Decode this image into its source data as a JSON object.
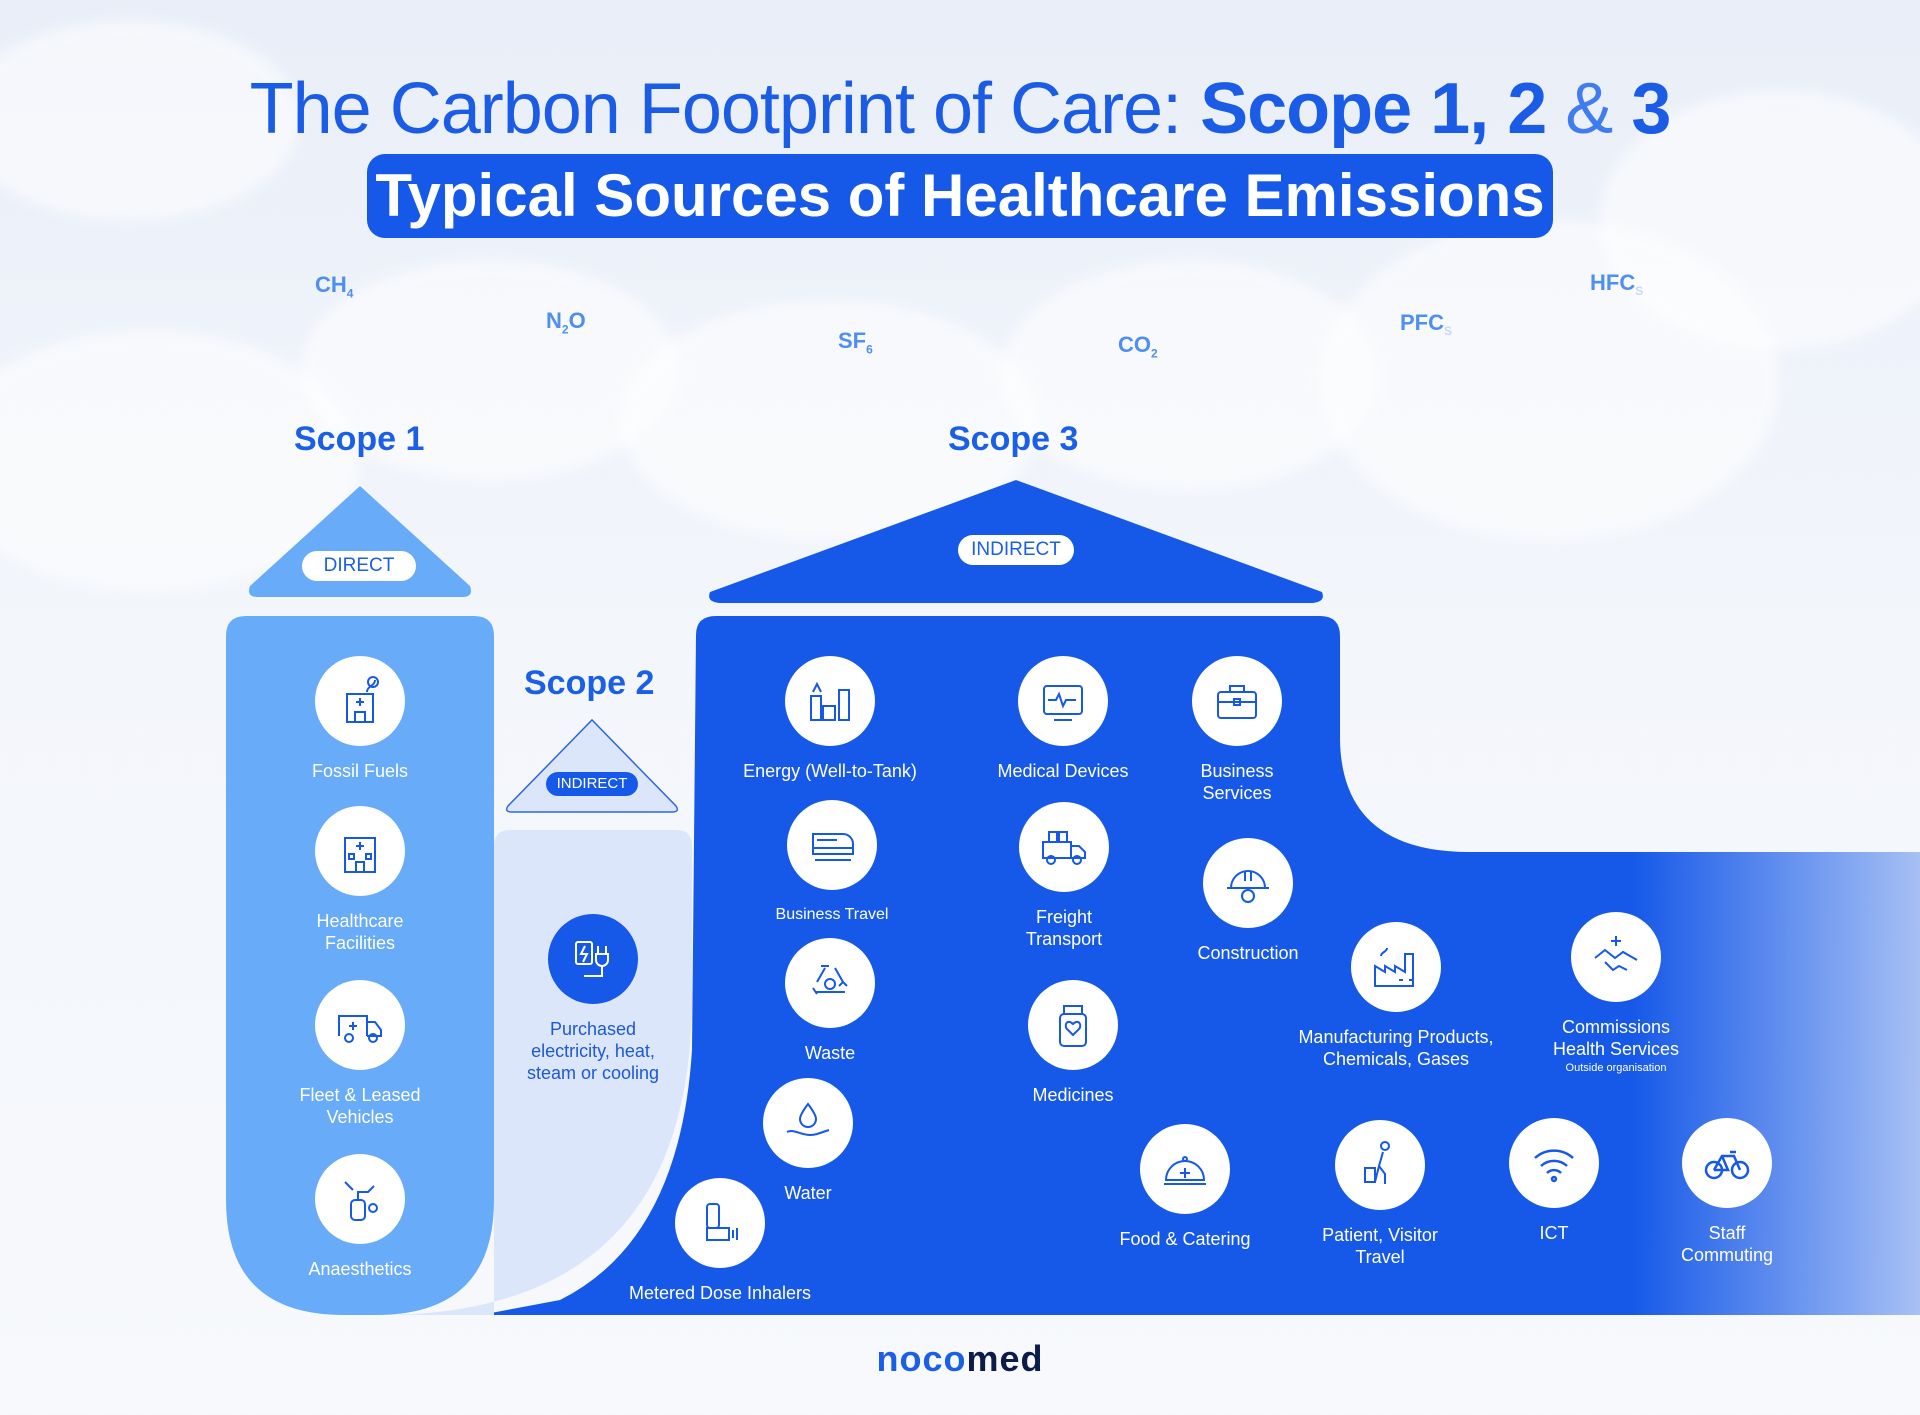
{
  "title": {
    "part1": "The Carbon Footprint of Care: ",
    "part2": "Scope 1, 2",
    "amp": " & ",
    "part3": "3"
  },
  "subtitle": "Typical Sources of Healthcare Emissions",
  "gases": [
    {
      "main": "CH",
      "sub": "4"
    },
    {
      "main": "N",
      "sub": "2",
      "tail": "O"
    },
    {
      "main": "SF",
      "sub": "6"
    },
    {
      "main": "CO",
      "sub": "2"
    },
    {
      "main": "PFC",
      "sub": "S"
    },
    {
      "main": "HFC",
      "sub": "S"
    }
  ],
  "scope1": {
    "label": "Scope 1",
    "badge": "DIRECT",
    "items": [
      {
        "label": "Fossil Fuels",
        "icon": "fossil-fuels-icon"
      },
      {
        "label": "Healthcare\nFacilities",
        "icon": "hospital-icon"
      },
      {
        "label": "Fleet & Leased\nVehicles",
        "icon": "ambulance-icon"
      },
      {
        "label": "Anaesthetics",
        "icon": "anaesthetics-icon"
      }
    ]
  },
  "scope2": {
    "label": "Scope 2",
    "badge": "INDIRECT",
    "items": [
      {
        "label": "Purchased\nelectricity, heat,\nsteam or cooling",
        "icon": "electricity-plug-icon"
      }
    ]
  },
  "scope3": {
    "label": "Scope 3",
    "badge": "INDIRECT",
    "items": [
      {
        "label": "Energy (Well-to-Tank)",
        "icon": "energy-station-icon"
      },
      {
        "label": "Medical Devices",
        "icon": "heart-monitor-icon"
      },
      {
        "label": "Business\nServices",
        "icon": "briefcase-icon"
      },
      {
        "label": "Business Travel",
        "icon": "train-icon"
      },
      {
        "label": "Freight\nTransport",
        "icon": "truck-icon"
      },
      {
        "label": "Construction",
        "icon": "hard-hat-icon"
      },
      {
        "label": "Waste",
        "icon": "recycle-icon"
      },
      {
        "label": "Medicines",
        "icon": "medicine-bottle-icon"
      },
      {
        "label": "Manufacturing Products,\nChemicals, Gases",
        "icon": "factory-icon"
      },
      {
        "label": "Commissions\nHealth Services",
        "sub": "Outside organisation",
        "icon": "handshake-icon"
      },
      {
        "label": "Water",
        "icon": "water-hand-icon"
      },
      {
        "label": "Metered Dose Inhalers",
        "icon": "inhaler-icon"
      },
      {
        "label": "Food & Catering",
        "icon": "cloche-icon"
      },
      {
        "label": "Patient, Visitor\nTravel",
        "icon": "traveler-icon"
      },
      {
        "label": "ICT",
        "icon": "wifi-icon"
      },
      {
        "label": "Staff\nCommuting",
        "icon": "bicycle-icon"
      }
    ]
  },
  "brand": {
    "part1": "noco",
    "part2": "med"
  },
  "colors": {
    "scope1": "#68abf9",
    "scope2": "#dce6fb",
    "scope3": "#1659e8",
    "title": "#1b5ce6"
  }
}
